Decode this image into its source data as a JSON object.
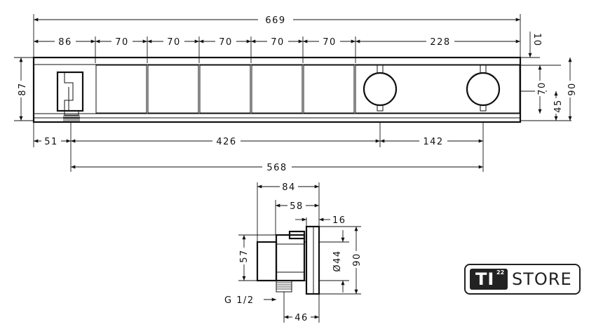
{
  "dims": {
    "overall_width": "669",
    "seg_86": "86",
    "seg_70_1": "70",
    "seg_70_2": "70",
    "seg_70_3": "70",
    "seg_70_4": "70",
    "seg_70_5": "70",
    "seg_228": "228",
    "top_10": "10",
    "height_87": "87",
    "right_70": "70",
    "right_90": "90",
    "right_45": "45",
    "bottom_51": "51",
    "bottom_426": "426",
    "bottom_142": "142",
    "bottom_568": "568",
    "side_84": "84",
    "side_58": "58",
    "side_16": "16",
    "side_57": "57",
    "side_d44": "Ø44",
    "side_90": "90",
    "side_g12": "G 1/2",
    "side_46": "46"
  },
  "logo": {
    "mark": "TI",
    "superscript": "22",
    "text": "STORE"
  }
}
